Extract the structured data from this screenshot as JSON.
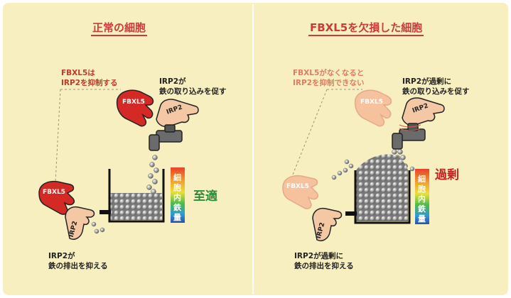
{
  "left_panel": {
    "title": "正常の細胞",
    "fbxl5_annotation": [
      "FBXL5は",
      "IRP2を抑制する"
    ],
    "irp2_top_annotation": [
      "IRP2が",
      "鉄の取り込みを促す"
    ],
    "irp2_bottom_annotation": [
      "IRP2が",
      "鉄の排出を抑える"
    ],
    "status": "至適",
    "hand_fbxl5_top": "FBXL5",
    "hand_fbxl5_bottom": "FBXL5",
    "hand_irp2_top": "IRP2",
    "hand_irp2_bottom": "IRP2",
    "scale_label": "細胞内鉄量"
  },
  "right_panel": {
    "title": "FBXL5を欠損した細胞",
    "fbxl5_annotation": [
      "FBXL5がなくなると",
      "IRP2を抑制できない"
    ],
    "irp2_top_annotation": [
      "IRP2が過剰に",
      "鉄の取り込みを促す"
    ],
    "irp2_bottom_annotation": [
      "IRP2が過剰に",
      "鉄の排出を抑える"
    ],
    "status": "過剰",
    "hand_fbxl5_top": "FBXL5",
    "hand_fbxl5_bottom": "FBXL5",
    "hand_irp2_top": "IRP2",
    "hand_irp2_bottom": "IRP2",
    "scale_label": "細胞内鉄量"
  },
  "colors": {
    "background": "#f7efc0",
    "fbxl5_hand": "#d42a25",
    "fbxl5_hand_faded": "#f6c29e",
    "irp2_hand": "#f4c8a4",
    "optimal_text": "#2e8b3a",
    "excess_text": "#c0231e"
  }
}
